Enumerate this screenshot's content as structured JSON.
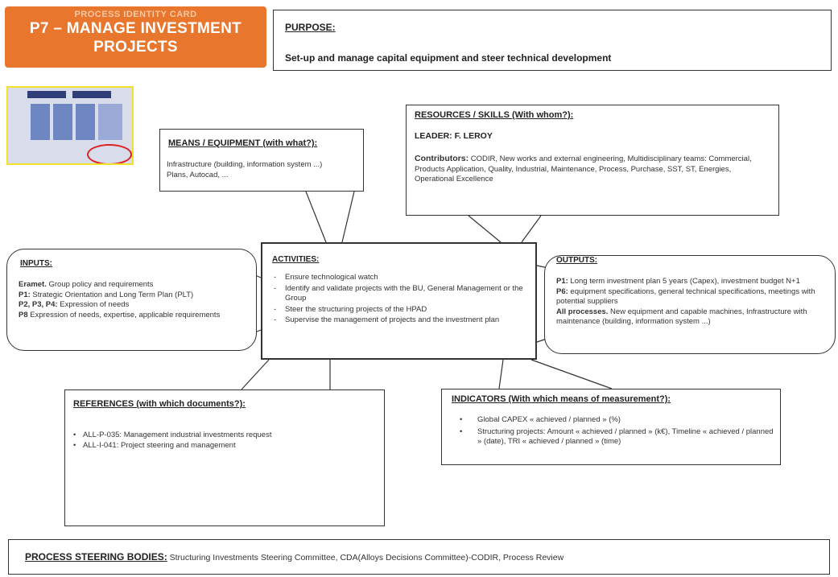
{
  "header": {
    "subtitle": "PROCESS IDENTITY CARD",
    "title_line1": "P7 – MANAGE INVESTMENT",
    "title_line2": "PROJECTS",
    "accent_color": "#e8762d"
  },
  "purpose": {
    "title": "PURPOSE:",
    "text": "Set-up and manage capital equipment and steer technical development"
  },
  "means": {
    "title": "MEANS / EQUIPMENT  (with what?):",
    "line1": "Infrastructure (building, information system ...)",
    "line2": "Plans, Autocad, ..."
  },
  "resources": {
    "title": "RESOURCES  / SKILLS (With whom?):",
    "leader": "LEADER:  F. LEROY",
    "contributors_label": "Contributors:",
    "contributors_text": " CODIR,  New works and external engineering, Multidisciplinary  teams: Commercial, Products Application, Quality, Industrial, Maintenance, Process, Purchase, SST, ST, Energies, Operational Excellence"
  },
  "inputs": {
    "title": "INPUTS:",
    "items": [
      {
        "label": "Eramet.",
        "text": " Group policy and requirements"
      },
      {
        "label": "P1:",
        "text": " Strategic Orientation and Long Term Plan (PLT)"
      },
      {
        "label": "P2, P3, P4:",
        "text": " Expression of needs"
      },
      {
        "label": "P8",
        "text": " Expression of needs, expertise, applicable requirements"
      }
    ]
  },
  "activities": {
    "title": "ACTIVITIES:",
    "items": [
      "Ensure technological watch",
      "Identify and validate projects with the BU, General Management or the Group",
      "Steer the structuring projects of the HPAD",
      "Supervise the management of projects and the investment plan"
    ]
  },
  "outputs": {
    "title": "OUTPUTS:",
    "items": [
      {
        "label": "P1:",
        "text": " Long term investment plan 5 years (Capex), investment budget N+1"
      },
      {
        "label": "P6:",
        "text": " equipment specifications, general technical specifications, meetings with potential suppliers"
      },
      {
        "label": "All processes.",
        "text": " New equipment and capable machines, Infrastructure with maintenance (building, information system ...)"
      }
    ]
  },
  "references": {
    "title": "REFERENCES  (with which documents?):",
    "items": [
      "ALL-P-035: Management industrial investments request",
      "ALL-I-041: Project steering and management"
    ]
  },
  "indicators": {
    "title": "INDICATORS  (With which means of measurement?):",
    "items": [
      "Global  CAPEX « achieved / planned » (%)",
      "Structuring projects: Amount « achieved / planned » (k€), Timeline « achieved / planned » (date), TRI « achieved / planned » (time)"
    ]
  },
  "steering": {
    "label": "PROCESS STEERING BODIES:",
    "text": " Structuring Investments  Steering  Committee,  CDA(Alloys Decisions Committee)-CODIR, Process Review"
  }
}
